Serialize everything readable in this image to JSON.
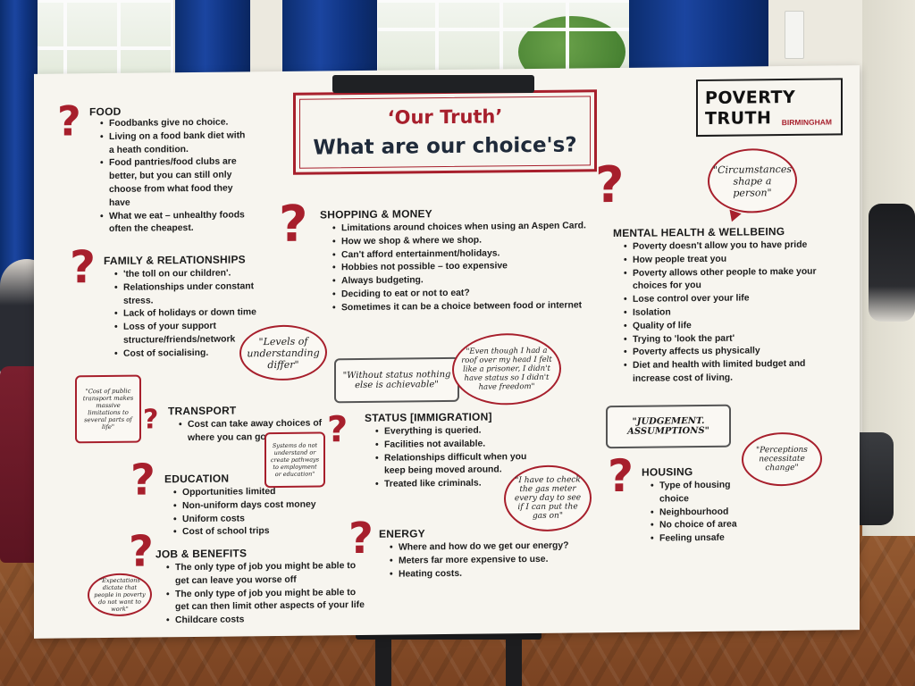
{
  "board": {
    "title_line1": "‘Our Truth’",
    "title_line2": "What are our choice's?",
    "logo_line1": "POVERTY",
    "logo_line2": "TRUTH",
    "logo_line3": "BIRMINGHAM",
    "question_mark": "?"
  },
  "sections": {
    "food": {
      "heading": "FOOD",
      "items": [
        "Foodbanks give no choice.",
        "Living on a food bank diet with",
        "a heath condition.",
        "Food pantries/food clubs are",
        "better, but you can still only",
        "choose from what food they",
        "have",
        "What we eat – unhealthy foods",
        "often the cheapest."
      ]
    },
    "family": {
      "heading": "FAMILY & RELATIONSHIPS",
      "items": [
        "'the toll on our children'.",
        "Relationships under constant",
        "stress.",
        "Lack of holidays or down time",
        "Loss of your support",
        "structure/friends/network",
        "Cost of socialising."
      ]
    },
    "shopping": {
      "heading": "SHOPPING & MONEY",
      "items": [
        "Limitations around  choices when using an Aspen Card.",
        "How we shop & where we shop.",
        "Can't afford entertainment/holidays.",
        "Hobbies not possible – too expensive",
        "Always budgeting.",
        "Deciding to eat or not to eat?",
        "Sometimes it can be a choice between food or internet"
      ]
    },
    "mental": {
      "heading": "MENTAL HEALTH & WELLBEING",
      "items": [
        "Poverty doesn't allow you to have pride",
        "How people treat you",
        "Poverty allows other people to make your",
        "choices for you",
        "Lose control over your life",
        "Isolation",
        "Quality of life",
        "Trying to 'look the part'",
        "Poverty affects us physically",
        "Diet and health with limited budget and",
        "increase cost of living."
      ]
    },
    "transport": {
      "heading": "TRANSPORT",
      "items": [
        "Cost can take away choices of",
        "where you can go."
      ]
    },
    "status": {
      "heading": "STATUS [IMMIGRATION]",
      "items": [
        "Everything is queried.",
        "Facilities not available.",
        "Relationships difficult when you",
        "keep being moved around.",
        "Treated like criminals."
      ]
    },
    "education": {
      "heading": "EDUCATION",
      "items": [
        "Opportunities limited",
        "Non-uniform days cost money",
        "Uniform costs",
        "Cost of school trips"
      ]
    },
    "housing": {
      "heading": "HOUSING",
      "items": [
        "Type of housing",
        "choice",
        "Neighbourhood",
        "No choice of area",
        "Feeling unsafe"
      ]
    },
    "job": {
      "heading": "JOB & BENEFITS",
      "items": [
        "The only type of job you might be able to",
        "get can leave you worse off",
        "The only type of job you might be able to",
        "get can then limit other aspects of your life",
        "Childcare costs"
      ]
    },
    "energy": {
      "heading": "ENERGY",
      "items": [
        "Where and how do we get our energy?",
        "Meters far more expensive to use.",
        "Heating costs."
      ]
    }
  },
  "bubbles": {
    "circumstances": "\"Circumstances shape a person\"",
    "levels": "\"Levels of understanding differ\"",
    "without_status": "\"Without status nothing else is achievable\"",
    "even_though": "\"Even though I had a roof over my head I felt like a prisoner, I didn't have status so I didn't have freedom\"",
    "cost_transport": "\"Cost of public transport makes massive limitations to several parts of life\"",
    "systems": "Systems do not understand or create pathways to employment or education\"",
    "judgement": "\"JUDGEMENT. ASSUMPTIONS\"",
    "perceptions": "\"Perceptions necessitate change\"",
    "gas_meter": "\"I have to check the gas meter every day to see if I can put the gas on\"",
    "expectations": "\"Expectations dictate that people in poverty do not want to work\""
  }
}
